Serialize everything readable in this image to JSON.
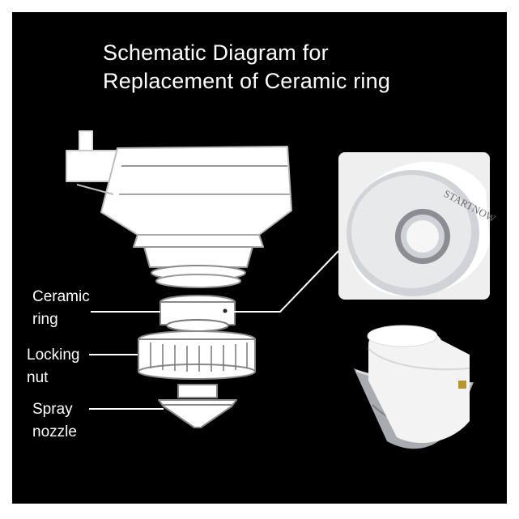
{
  "title": {
    "line1": "Schematic Diagram for",
    "line2": "Replacement of Ceramic ring"
  },
  "labels": {
    "ceramic_ring": [
      "Ceramic",
      "ring"
    ],
    "locking_nut": [
      "Locking",
      "nut"
    ],
    "spray_nozzle": [
      "Spray",
      "nozzle"
    ]
  },
  "photo_brand": "STARTNOW",
  "colors": {
    "background": "#000000",
    "line_art": "#e8e8e8",
    "ceramic": "#f2f2f2",
    "metal": "#b8bcc0"
  }
}
